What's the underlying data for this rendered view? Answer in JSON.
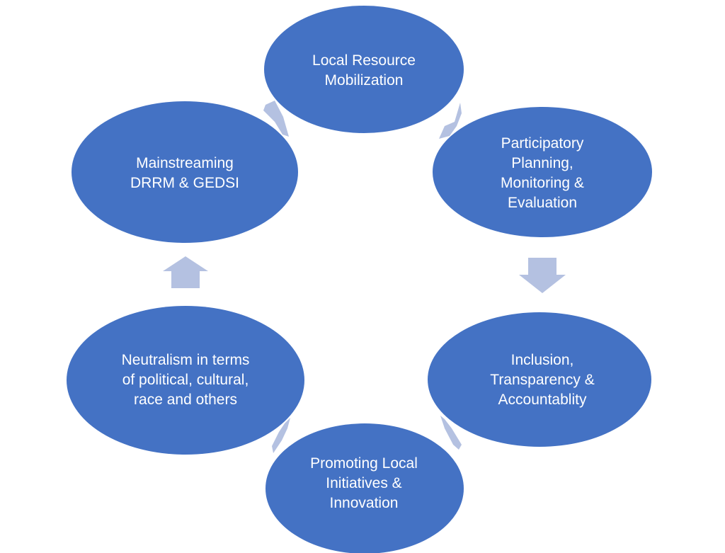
{
  "colors": {
    "node": "#4472C4",
    "arrow": "#B4C1E1",
    "text": "#FFFFFF"
  },
  "nodes": [
    {
      "id": "local-resource",
      "lines": [
        "Local Resource",
        "Mobilization"
      ]
    },
    {
      "id": "participatory",
      "lines": [
        "Participatory",
        "Planning,",
        "Monitoring &",
        "Evaluation"
      ]
    },
    {
      "id": "inclusion",
      "lines": [
        "Inclusion,",
        "Transparency &",
        "Accountablity"
      ]
    },
    {
      "id": "promoting",
      "lines": [
        "Promoting Local",
        "Initiatives &",
        "Innovation"
      ]
    },
    {
      "id": "neutralism",
      "lines": [
        "Neutralism in terms",
        "of political, cultural,",
        "race and others"
      ]
    },
    {
      "id": "mainstreaming",
      "lines": [
        "Mainstreaming",
        "DRRM & GEDSI"
      ]
    }
  ]
}
